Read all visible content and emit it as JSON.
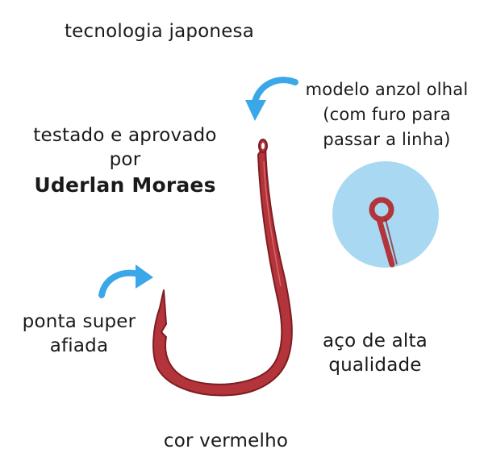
{
  "texts": {
    "tagline": "tecnologia japonesa",
    "tested_line1": "testado e aprovado",
    "tested_line2": "por",
    "tested_line3": "Uderlan Moraes",
    "hole_line1": "modelo anzol olhal",
    "hole_line2": "(com furo para",
    "hole_line3": "passar a linha)",
    "point_line1": "ponta super",
    "point_line2": "afiada",
    "steel_line1": "aço de alta",
    "steel_line2": "qualidade",
    "color_label": "cor vermelho"
  },
  "colors": {
    "hook_red": "#b3343a",
    "hook_dark": "#7e1d22",
    "arrow_blue": "#3aa8e8",
    "circle_blue": "#a9d9f2"
  },
  "icons": {
    "arrow_top": "curved-arrow-icon",
    "arrow_left": "curved-arrow-icon",
    "hook": "fishing-hook-icon"
  }
}
